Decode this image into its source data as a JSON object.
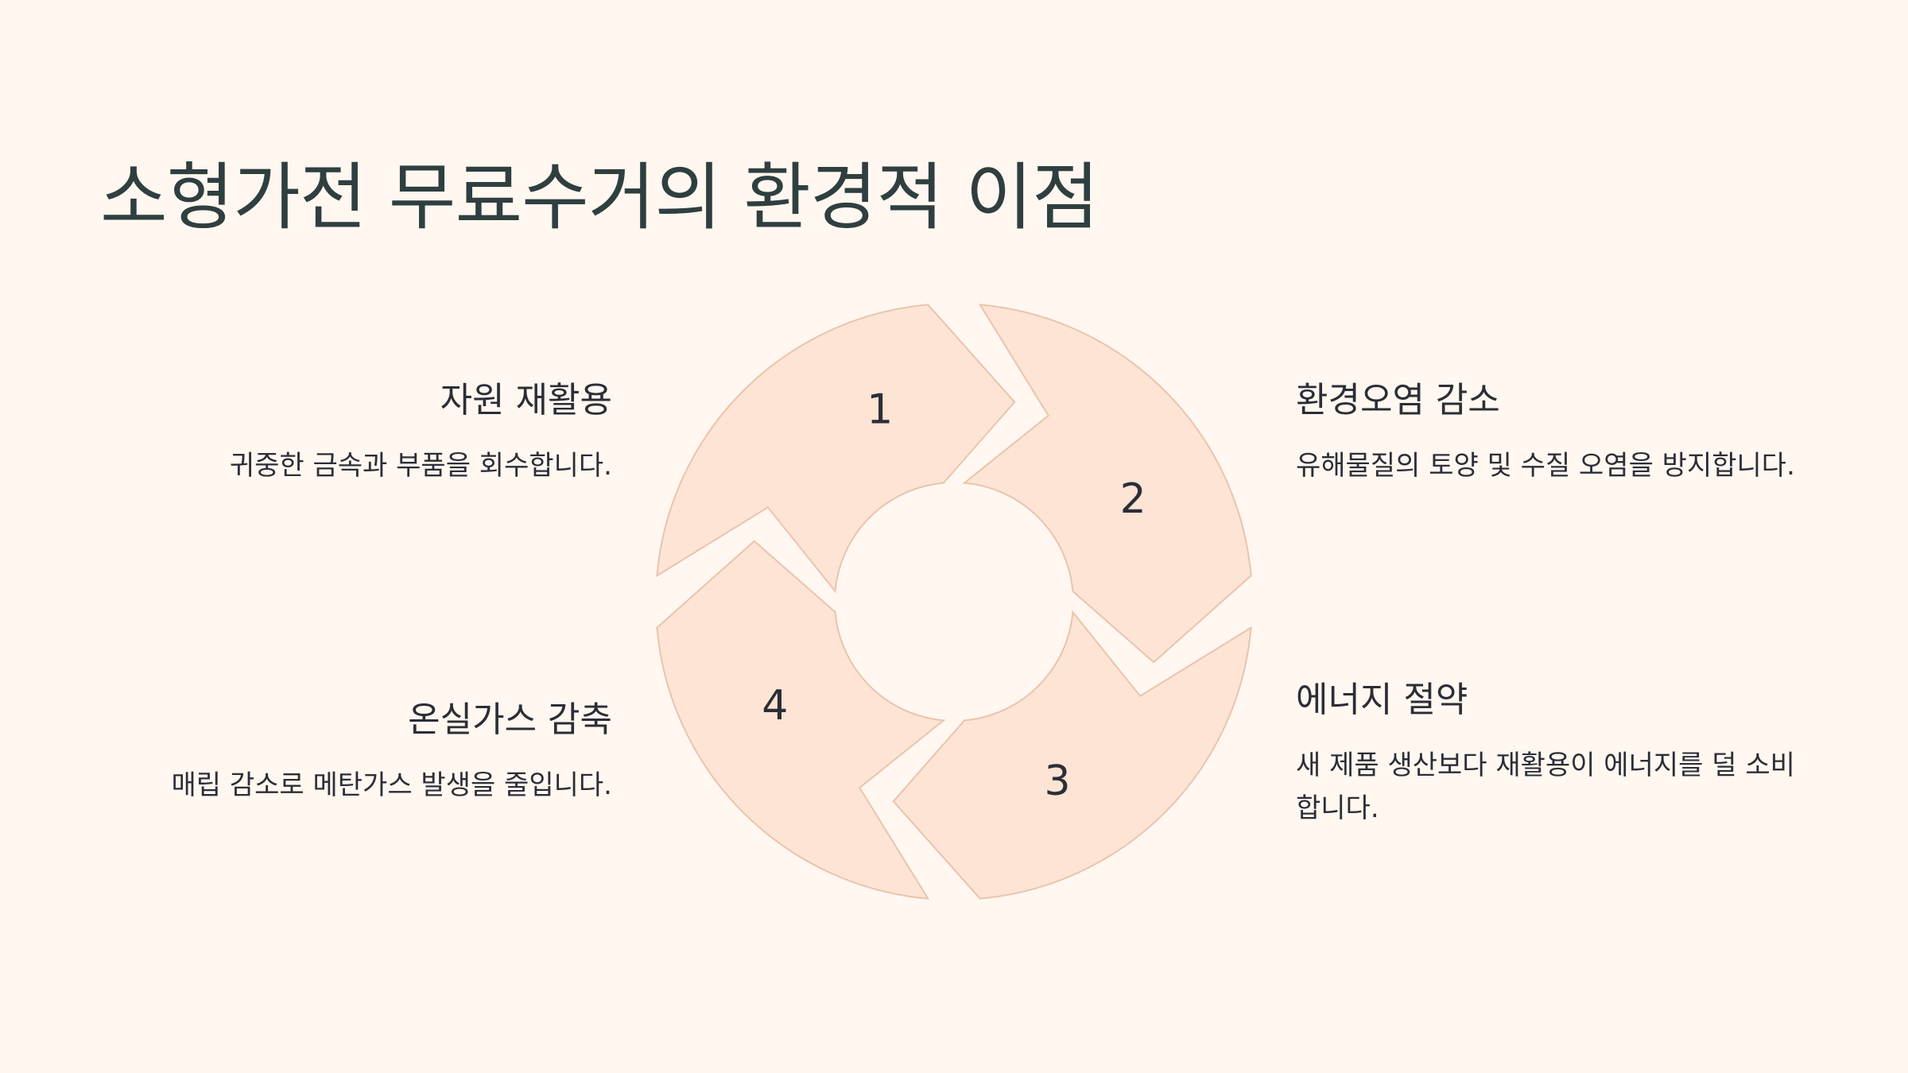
{
  "title": "소형가전 무료수거의 환경적 이점",
  "colors": {
    "background": "#fff7f0",
    "segment_fill": "#fde4d4",
    "segment_stroke": "#e9c4ad",
    "title": "#2f3f3f",
    "text": "#2b2e36",
    "number": "#2b2e36"
  },
  "items": [
    {
      "number": "1",
      "heading": "자원 재활용",
      "description": "귀중한 금속과 부품을 회수합니다."
    },
    {
      "number": "2",
      "heading": "환경오염 감소",
      "description": "유해물질의 토양 및 수질 오염을 방지합니다."
    },
    {
      "number": "3",
      "heading": "에너지 절약",
      "description": "새 제품 생산보다 재활용이 에너지를 덜 소비합니다."
    },
    {
      "number": "4",
      "heading": "온실가스 감축",
      "description": "매립 감소로 메탄가스 발생을 줄입니다."
    }
  ]
}
